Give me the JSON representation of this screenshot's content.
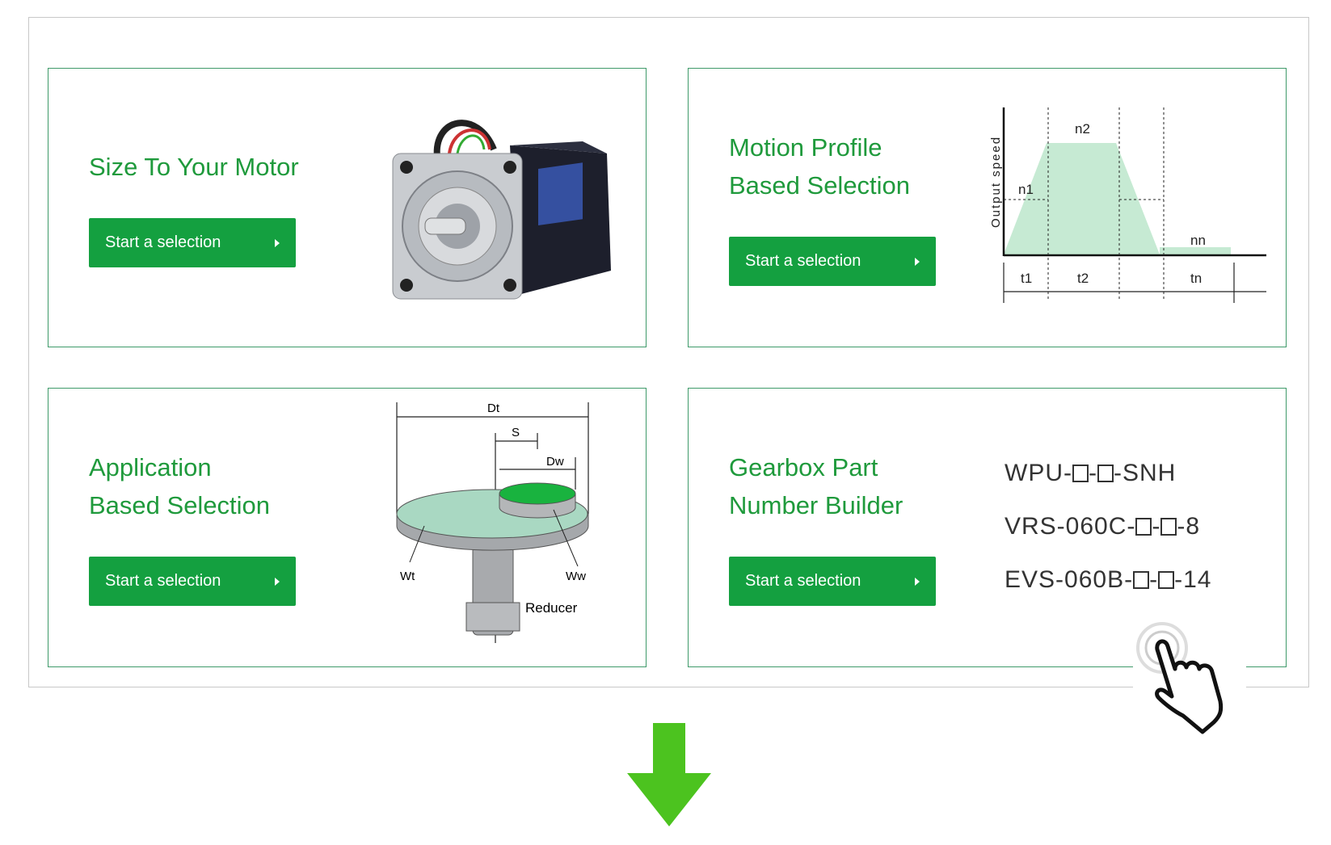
{
  "cards": [
    {
      "title_lines": [
        "Size To Your Motor"
      ],
      "button": "Start a selection",
      "image": "servo-motor"
    },
    {
      "title_lines": [
        "Motion Profile",
        "Based Selection"
      ],
      "button": "Start a selection",
      "image": "speed-time-chart",
      "chart_labels": {
        "y_axis": "Output  speed",
        "n1": "n1",
        "n2": "n2",
        "nn": "nn",
        "t1": "t1",
        "t2": "t2",
        "tn": "tn"
      }
    },
    {
      "title_lines": [
        "Application",
        "Based Selection"
      ],
      "button": "Start a selection",
      "image": "turntable-diagram",
      "diagram_labels": {
        "dt": "Dt",
        "s": "S",
        "dw": "Dw",
        "wt": "Wt",
        "ww": "Ww",
        "reducer": "Reducer"
      }
    },
    {
      "title_lines": [
        "Gearbox Part",
        "Number Builder"
      ],
      "button": "Start a selection",
      "part_numbers": [
        {
          "prefix": "WPU-",
          "mid": "-",
          "suffix": "-SNH"
        },
        {
          "prefix": "VRS-060C-",
          "mid": "-",
          "suffix": "-8"
        },
        {
          "prefix": "EVS-060B-",
          "mid": "-",
          "suffix": "-14"
        }
      ]
    }
  ],
  "colors": {
    "accent": "#14a040",
    "title": "#1f9a3c",
    "border": "#3f9a6a",
    "arrow": "#4cc31f",
    "chart_fill": "#c6ead3"
  }
}
